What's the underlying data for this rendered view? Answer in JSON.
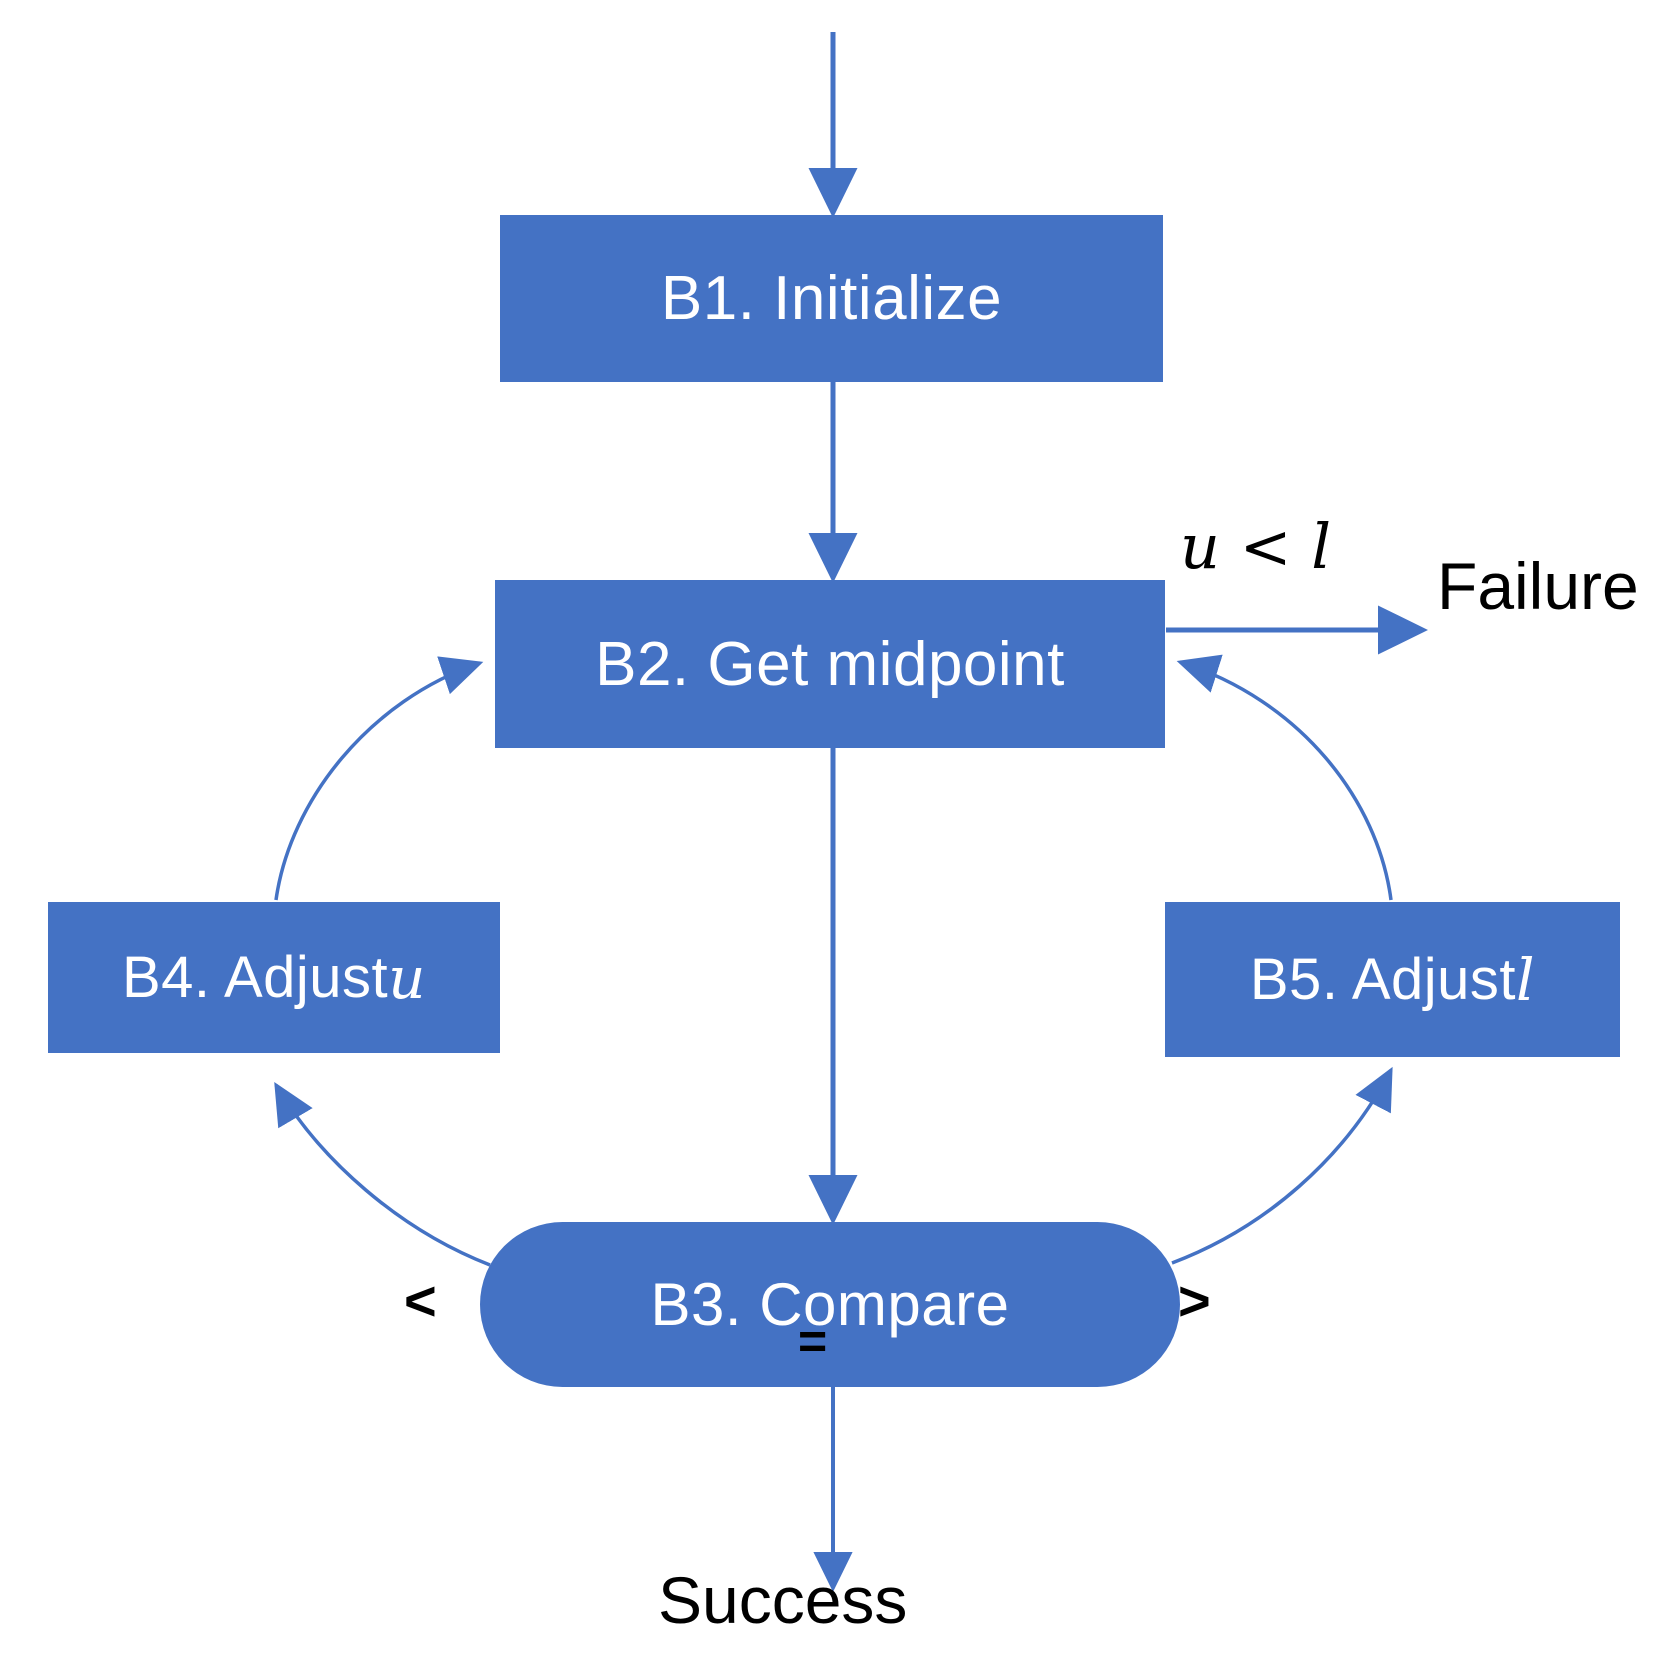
{
  "diagram": {
    "title": "Binary search flowchart",
    "accent_color": "#4472C4",
    "node_text_color": "#FFFFFF",
    "label_text_color": "#000000",
    "background": "#FFFFFF"
  },
  "nodes": [
    {
      "id": "B1",
      "label": "B1. Initialize",
      "shape": "rectangle"
    },
    {
      "id": "B2",
      "label": "B2. Get midpoint",
      "shape": "rectangle"
    },
    {
      "id": "B3",
      "label": "B3. Compare",
      "shape": "rounded-rectangle"
    },
    {
      "id": "B4",
      "label_prefix": "B4. Adjust ",
      "label_var": "u",
      "shape": "rectangle"
    },
    {
      "id": "B5",
      "label_prefix": "B5. Adjust ",
      "label_var": "l",
      "shape": "rectangle"
    }
  ],
  "terminals": {
    "failure": "Failure",
    "success": "Success"
  },
  "edge_labels": {
    "condition_u_lt_l": "u < l",
    "less_than": "<",
    "greater_than": ">",
    "equals": "="
  },
  "edges": [
    {
      "from": "start",
      "to": "B1",
      "label": ""
    },
    {
      "from": "B1",
      "to": "B2",
      "label": ""
    },
    {
      "from": "B2",
      "to": "failure",
      "label": "u < l"
    },
    {
      "from": "B2",
      "to": "B3",
      "label": ""
    },
    {
      "from": "B3",
      "to": "B4",
      "label": "<"
    },
    {
      "from": "B3",
      "to": "B5",
      "label": ">"
    },
    {
      "from": "B3",
      "to": "success",
      "label": "="
    },
    {
      "from": "B4",
      "to": "B2",
      "label": ""
    },
    {
      "from": "B5",
      "to": "B2",
      "label": ""
    }
  ]
}
